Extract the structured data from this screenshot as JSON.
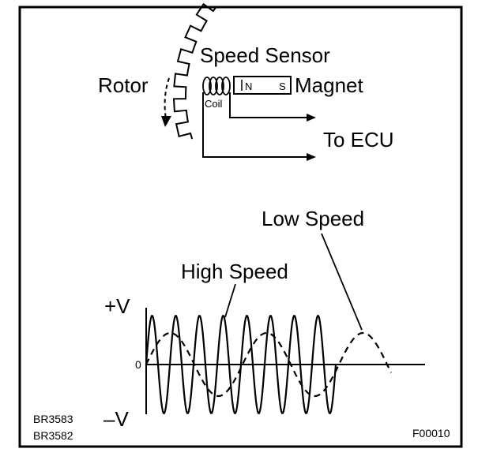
{
  "labels": {
    "speed_sensor": "Speed Sensor",
    "rotor": "Rotor",
    "coil": "Coil",
    "magnet_north": "N",
    "magnet_south": "S",
    "magnet": "Magnet",
    "to_ecu": "To ECU",
    "low_speed": "Low Speed",
    "high_speed": "High Speed",
    "plus_v": "+V",
    "minus_v": "–V",
    "zero": "0",
    "code_1": "BR3583",
    "code_2": "BR3582",
    "figure_id": "F00010"
  },
  "colors": {
    "ink": "#000000",
    "background": "#ffffff"
  }
}
